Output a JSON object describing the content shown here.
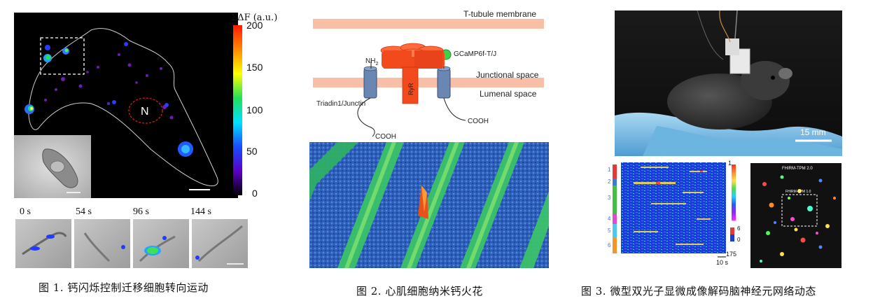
{
  "fig1": {
    "colorbar": {
      "label": "ΣΔF (a.u.)",
      "ticks": [
        "200",
        "150",
        "100",
        "50",
        "0"
      ]
    },
    "nucleus_label": "N",
    "timepoints": [
      "0 s",
      "54 s",
      "96 s",
      "144 s"
    ],
    "caption": "图 1.  钙闪烁控制迁移细胞转向运动"
  },
  "fig2": {
    "labels": {
      "membrane": "T-tubule membrane",
      "gcamp": "GCaMP6f-T/J",
      "nh2": "NH",
      "nh2_sub": "2",
      "junctional": "Junctional space",
      "lumenal": "Lumenal space",
      "ryr": "RyR",
      "triadin": "Triadin1/Junctin",
      "cooh_left": "COOH",
      "cooh_right": "COOH"
    },
    "caption": "图 2.  心肌细胞纳米钙火花"
  },
  "fig3": {
    "scale_label": "15 mm",
    "raster": {
      "rows": [
        "1",
        "2",
        "3",
        "4",
        "5",
        "6"
      ],
      "top_right": "1",
      "bottom_right": "175",
      "cbar_top": "6",
      "cbar_bottom": "0",
      "time_scale": "10 s"
    },
    "inset_title": "FHIRM-TPM 2.0",
    "inset_sub": "FHIRM-TPM 1.0",
    "caption": "图 3.  微型双光子显微成像解码脑神经元网络动态"
  }
}
